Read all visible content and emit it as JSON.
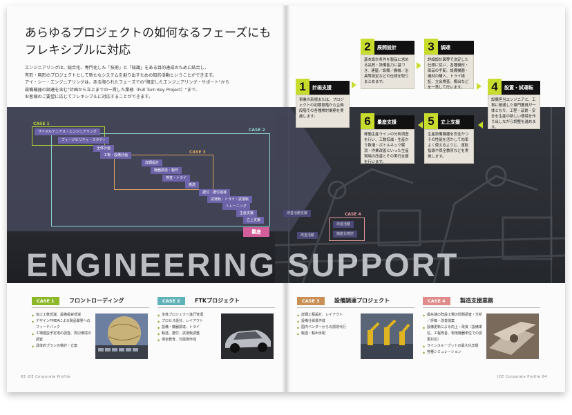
{
  "headline": [
    "あらゆるプロジェクトの如何なるフェーズにも",
    "フレキシブルに対応"
  ],
  "intro": [
    "エンジニアリングは、総合化、専門化した「技術」と「知識」をある目的達成のために結合し、",
    "有形・無形のプロジェクトとして新たなシステムを創り出すための知的活動ということができます。",
    "アイ・シー・エンジニアリングは、ある限られたフェーズでの\"限定したエンジニアリング・サポート\"から",
    "設備機器の調達を含む\"計画から立上までの一貫した業務（Full Turn Key Project）\"まで、",
    "お客様のご要望に応じてフレキシブルに対応することができます。"
  ],
  "big_title": "ENGINEERING SUPPORT",
  "flow": {
    "case1_label": "CASE 1",
    "case2_label": "CASE 2",
    "case3_label": "CASE 3",
    "case4_label": "CASE 4",
    "items": [
      "サイマルテニアス・エンジニアリング",
      "フィージビリティ・スタディ",
      "全体計画",
      "工場・設備計画",
      "詳細設計",
      "機器調達・製作",
      "検査・トライ",
      "搬送",
      "据付・据付指導",
      "試運転・トライ・試運転",
      "トレーニング",
      "生産支援",
      "立上支援"
    ],
    "ryosan": "量産",
    "right_items": [
      "改善活動支援",
      "改善活動",
      "改善活動",
      "機能化検討"
    ]
  },
  "steps": [
    {
      "num": "1",
      "title": "計画支援",
      "text": "事業の新規または、プロジェクトの初期段階から企画段階での各種検討業務を実施します。"
    },
    {
      "num": "2",
      "title": "展開設計",
      "text": "基本設計条件を製品に求める品質・設備能力に基づき、建屋／設備／機械／治具等設定などの仕様を取りまとめます。"
    },
    {
      "num": "3",
      "title": "調達",
      "text": "詳細設計図等で決定した仕様に従い、各種機材・部品の手配、設備機器・機材の購入、トライ検証、立会検査、搬出などを一貫して行います。"
    },
    {
      "num": "4",
      "title": "設置・試運転",
      "text": "設備担当エンジニアと、工事に精通した専門要員が一体となり、工程・品質・安全を生産の新しい環境を作り出しながら調整を進めます。"
    },
    {
      "num": "5",
      "title": "立上支援",
      "text": "生産設備機器を安全かつその性能を活かして効率よく使えるように、運転指導や保全教育などを実施します。"
    },
    {
      "num": "6",
      "title": "量産支援",
      "text": "稼働生産ラインの分析調査を行い、工数低減・生産かり数増・ボトルネック解消・作業改善といった生産現場の改善とその実行支援を行います。"
    }
  ],
  "cases": [
    {
      "tag": "CASE 1",
      "name": "フロントローディング",
      "color": "#8cb82a",
      "bullets": [
        "加工工数低減、設備投資低減",
        "デザインFMEAによる製品開発へのフィードバック",
        "工場建設予定地の調査、周辺環境の調査",
        "具体的プランの検討・立案"
      ],
      "thumb": "globe-keyboard-photo"
    },
    {
      "tag": "CASE 2",
      "name": "FTKプロジェクト",
      "color": "#5fb3b8",
      "bullets": [
        "全体プロジェクト進行管理",
        "プロセス設計、レイアウト",
        "設備・機器調達、トライ",
        "輸送、据付、試運転調整",
        "保全教育、付属物作成"
      ],
      "thumb": "silver-car-photo"
    },
    {
      "tag": "CASE 3",
      "name": "設備調達プロジェクト",
      "color": "#c98f55",
      "bullets": [
        "詳細工程設計、レイアウト",
        "設備仕様書作成",
        "国内ベンダーからの調達代行",
        "輸送・輸出手配"
      ],
      "thumb": "robot-line-photo"
    },
    {
      "tag": "CASE 4",
      "name": "製造支援業務",
      "color": "#e08a8a",
      "bullets": [
        "最先端の既設工場の問題調査・分析／評価・改善提案",
        "設備更新による向上・改良（設備単位、工程改善、現地機器単位での変更対応）",
        "ラインスループットの最大化支援",
        "各種シミュレーション"
      ],
      "thumb": "metal-parts-photo"
    }
  ],
  "footer_left": "03   ICE Corporate Profile",
  "footer_right": "ICE Corporate Profile   04",
  "colors": {
    "accent_green": "#c8dc2d",
    "flow_purple": "#6c63a8",
    "ryosan_pink": "#d35f9a"
  }
}
